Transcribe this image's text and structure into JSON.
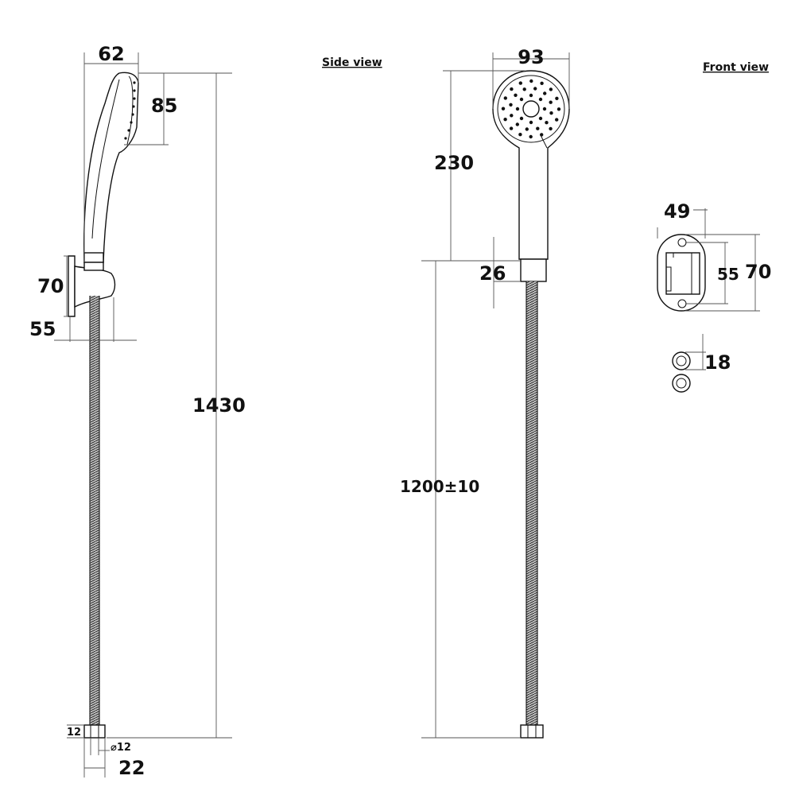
{
  "side_view": {
    "label": "Side view",
    "dims": {
      "head_depth": "62",
      "head_face": "85",
      "bracket_height": "70",
      "bracket_depth": "55",
      "total_length": "1430",
      "nut_height": "12",
      "nut_diameter": "⌀12",
      "nut_width": "22"
    }
  },
  "front_view": {
    "label": "Front view",
    "dims": {
      "head_width": "93",
      "handset_length": "230",
      "collar_length": "26",
      "hose_length": "1200±10",
      "bracket_width": "49",
      "screw_spacing": "55",
      "bracket_height": "70",
      "washer_diameter": "18"
    }
  }
}
